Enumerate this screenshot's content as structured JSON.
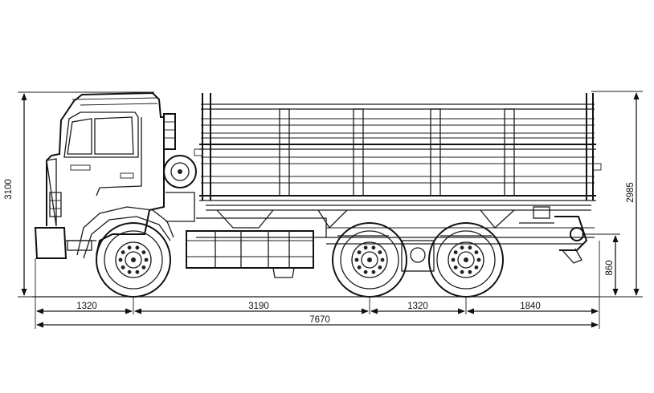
{
  "dimensions": {
    "front_overhang": "1320",
    "wheelbase_front": "3190",
    "wheelbase_rear": "1320",
    "rear_overhang": "1840",
    "overall_length": "7670",
    "overall_height": "3100",
    "platform_height": "2985",
    "hitch_height": "860"
  }
}
